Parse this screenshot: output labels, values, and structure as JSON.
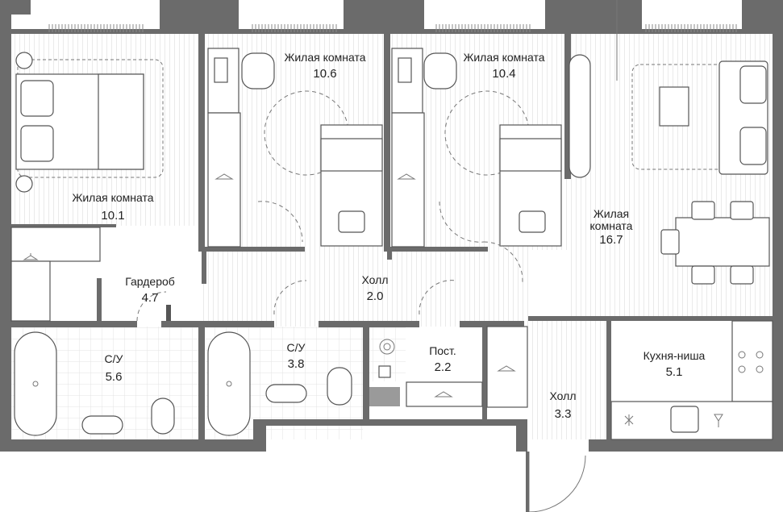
{
  "rooms": {
    "living1": {
      "name": "Жилая комната",
      "area": "10.1"
    },
    "living2": {
      "name": "Жилая комната",
      "area": "10.6"
    },
    "living3": {
      "name": "Жилая комната",
      "area": "10.4"
    },
    "living4": {
      "name": "Жилая комната",
      "area": "16.7"
    },
    "wardrobe": {
      "name": "Гардероб",
      "area": "4.7"
    },
    "hall1": {
      "name": "Холл",
      "area": "2.0"
    },
    "bath1": {
      "name": "С/У",
      "area": "5.6"
    },
    "bath2": {
      "name": "С/У",
      "area": "3.8"
    },
    "linen": {
      "name": "Пост.",
      "area": "2.2"
    },
    "kitchen": {
      "name": "Кухня-ниша",
      "area": "5.1"
    },
    "hall2": {
      "name": "Холл",
      "area": "3.3"
    }
  },
  "colors": {
    "wall": "#6b6b6b",
    "hatch": "#cfcfcf",
    "tile": "#e2e2e2"
  }
}
